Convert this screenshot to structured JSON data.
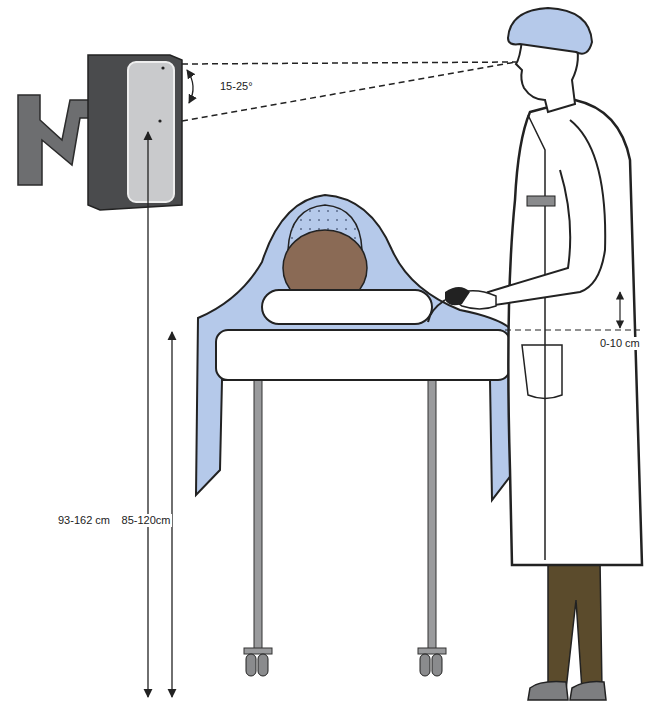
{
  "diagram": {
    "labels": [
      "15-25°",
      "0-10 cm",
      "93-162 cm",
      "85-120cm"
    ]
  }
}
